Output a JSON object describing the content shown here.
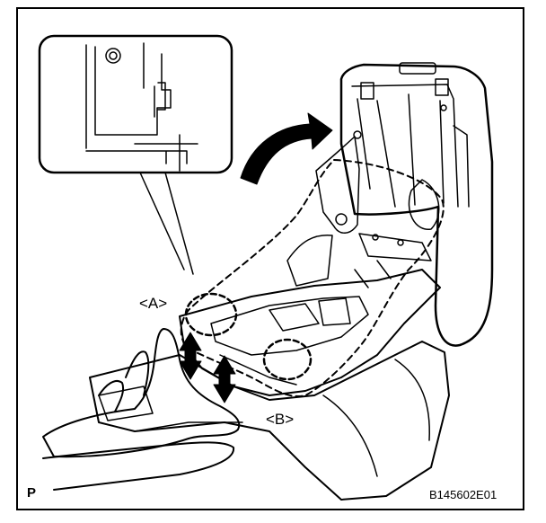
{
  "labels": {
    "callout_a": "<A>",
    "callout_b": "<B>",
    "corner_letter": "P",
    "figure_code": "B145602E01"
  },
  "colors": {
    "line": "#000000",
    "background": "#ffffff",
    "arrow_fill": "#000000"
  },
  "icons": {
    "direction_arrow": "curved-arrow-icon",
    "push_arrows": "vertical-double-arrow-icon"
  }
}
